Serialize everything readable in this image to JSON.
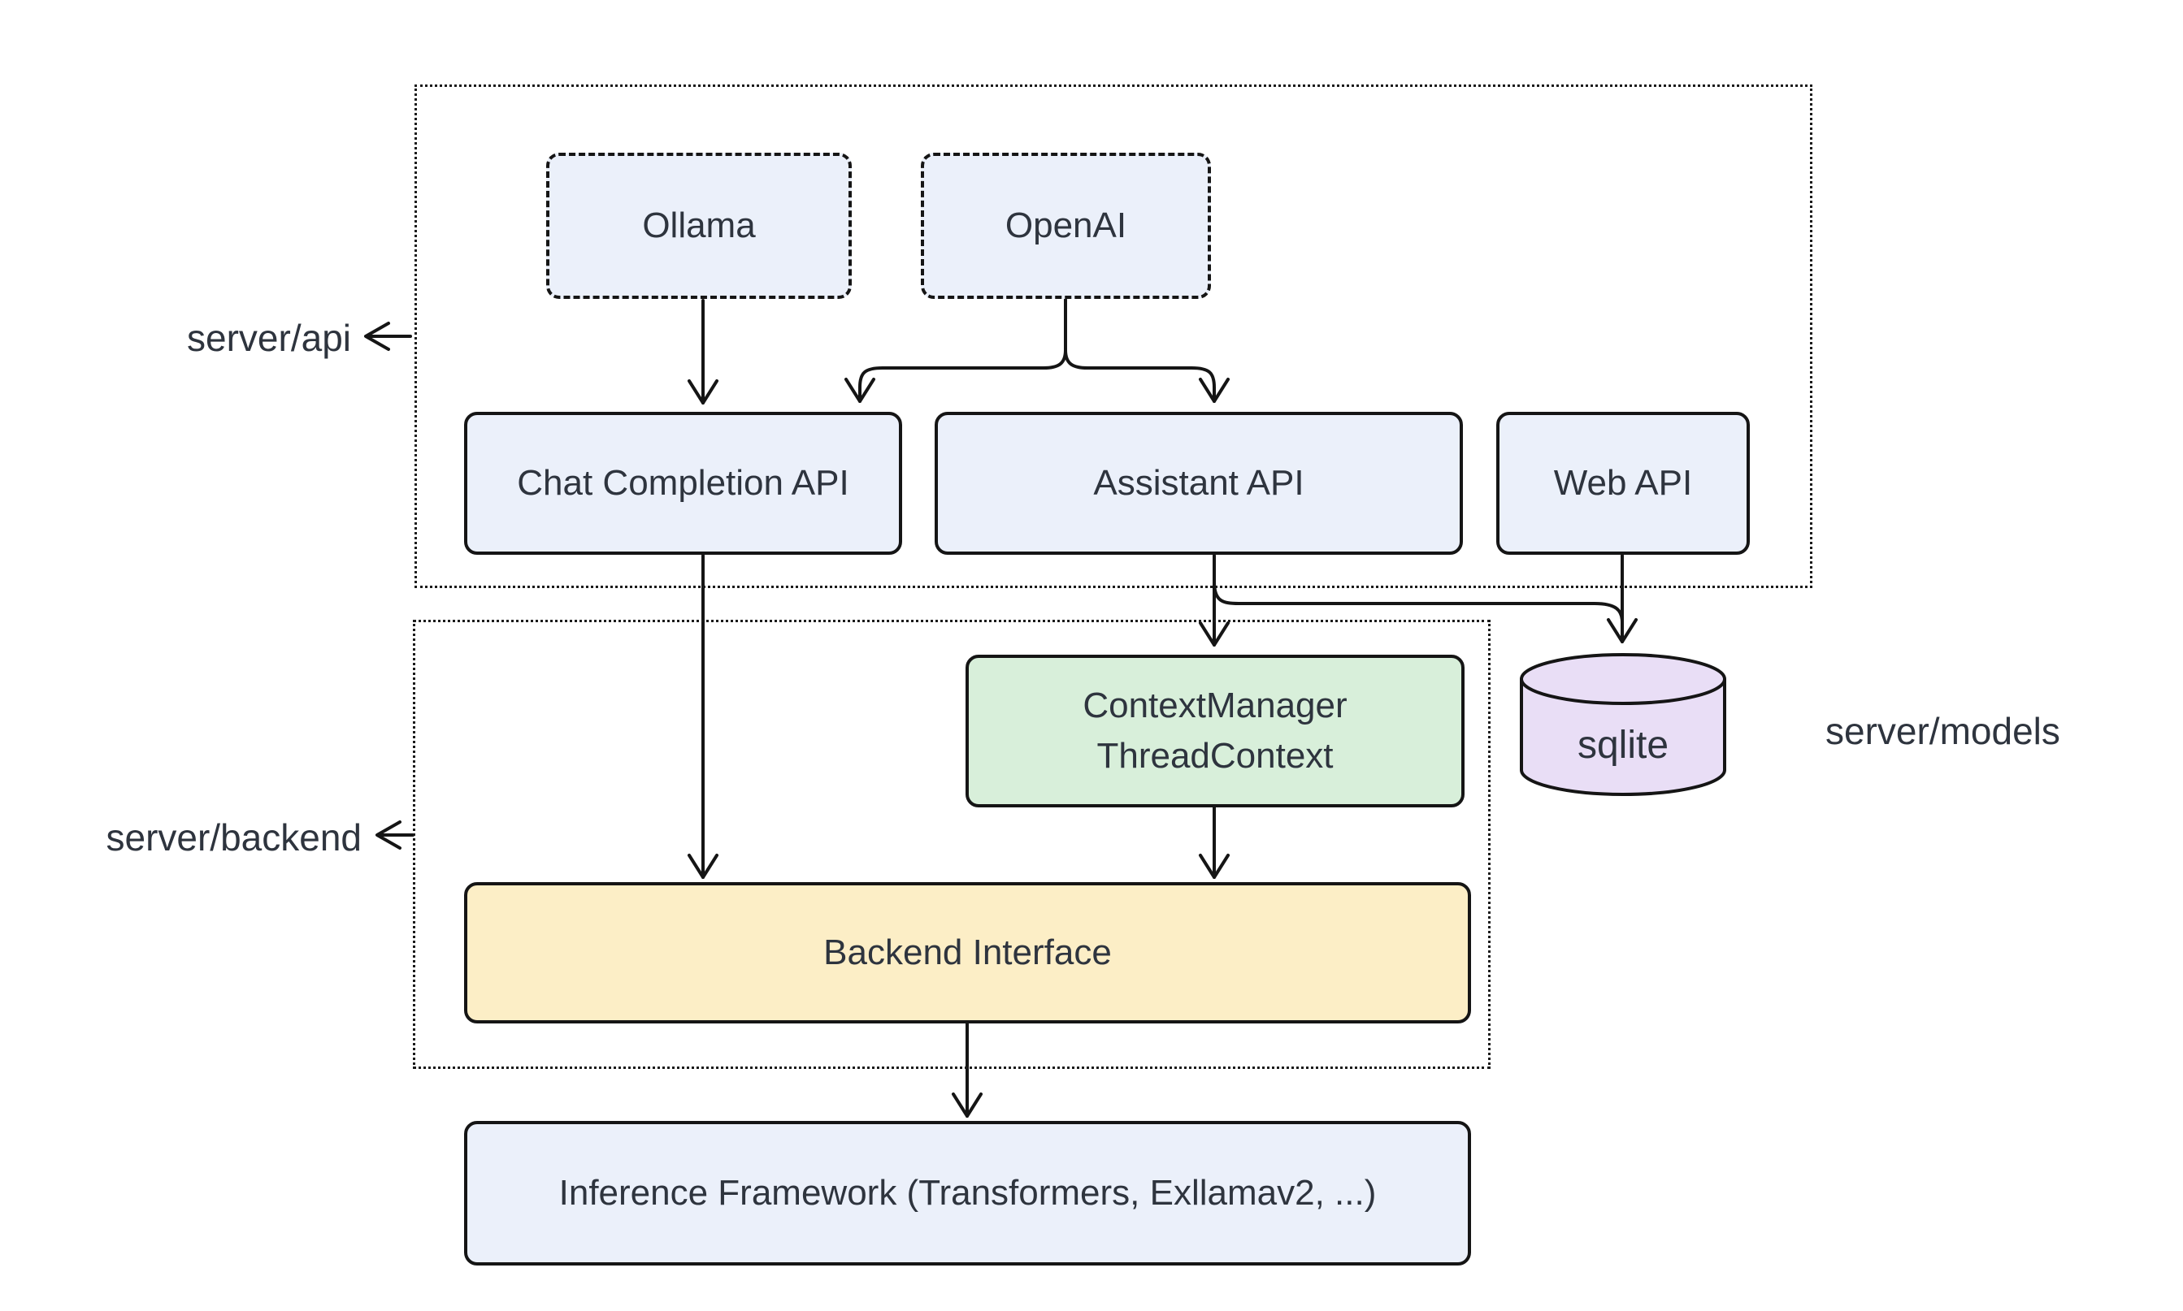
{
  "diagram": {
    "groups": {
      "api": {
        "label": "server/api"
      },
      "backend": {
        "label": "server/backend"
      },
      "models": {
        "label": "server/models"
      }
    },
    "nodes": {
      "ollama": {
        "label": "Ollama",
        "type": "external-client",
        "border": "dashed",
        "fill": "#ebf0fa"
      },
      "openai": {
        "label": "OpenAI",
        "type": "external-client",
        "border": "dashed",
        "fill": "#ebf0fa"
      },
      "chat_completion_api": {
        "label": "Chat Completion API",
        "fill": "#ebf0fa"
      },
      "assistant_api": {
        "label": "Assistant API",
        "fill": "#ebf0fa"
      },
      "web_api": {
        "label": "Web API",
        "fill": "#ebf0fa"
      },
      "context_manager": {
        "line1": "ContextManager",
        "line2": "ThreadContext",
        "fill": "#d8efda"
      },
      "sqlite": {
        "label": "sqlite",
        "shape": "cylinder",
        "fill": "#e9def6"
      },
      "backend_interface": {
        "label": "Backend Interface",
        "fill": "#fceec6"
      },
      "inference_framework": {
        "label": "Inference Framework (Transformers, Exllamav2, ...)",
        "fill": "#ebf0fa"
      }
    },
    "edges": [
      {
        "from": "ollama",
        "to": "chat_completion_api"
      },
      {
        "from": "openai",
        "to": "chat_completion_api"
      },
      {
        "from": "openai",
        "to": "assistant_api"
      },
      {
        "from": "chat_completion_api",
        "to": "backend_interface"
      },
      {
        "from": "assistant_api",
        "to": "context_manager"
      },
      {
        "from": "assistant_api",
        "to": "sqlite"
      },
      {
        "from": "web_api",
        "to": "sqlite"
      },
      {
        "from": "context_manager",
        "to": "backend_interface"
      },
      {
        "from": "backend_interface",
        "to": "inference_framework"
      }
    ],
    "colors": {
      "node_blue": "#ebf0fa",
      "node_green": "#d8efda",
      "node_yellow": "#fceec6",
      "node_purple": "#e9def6",
      "stroke": "#151515",
      "text": "#2e343e",
      "background": "#ffffff"
    }
  }
}
